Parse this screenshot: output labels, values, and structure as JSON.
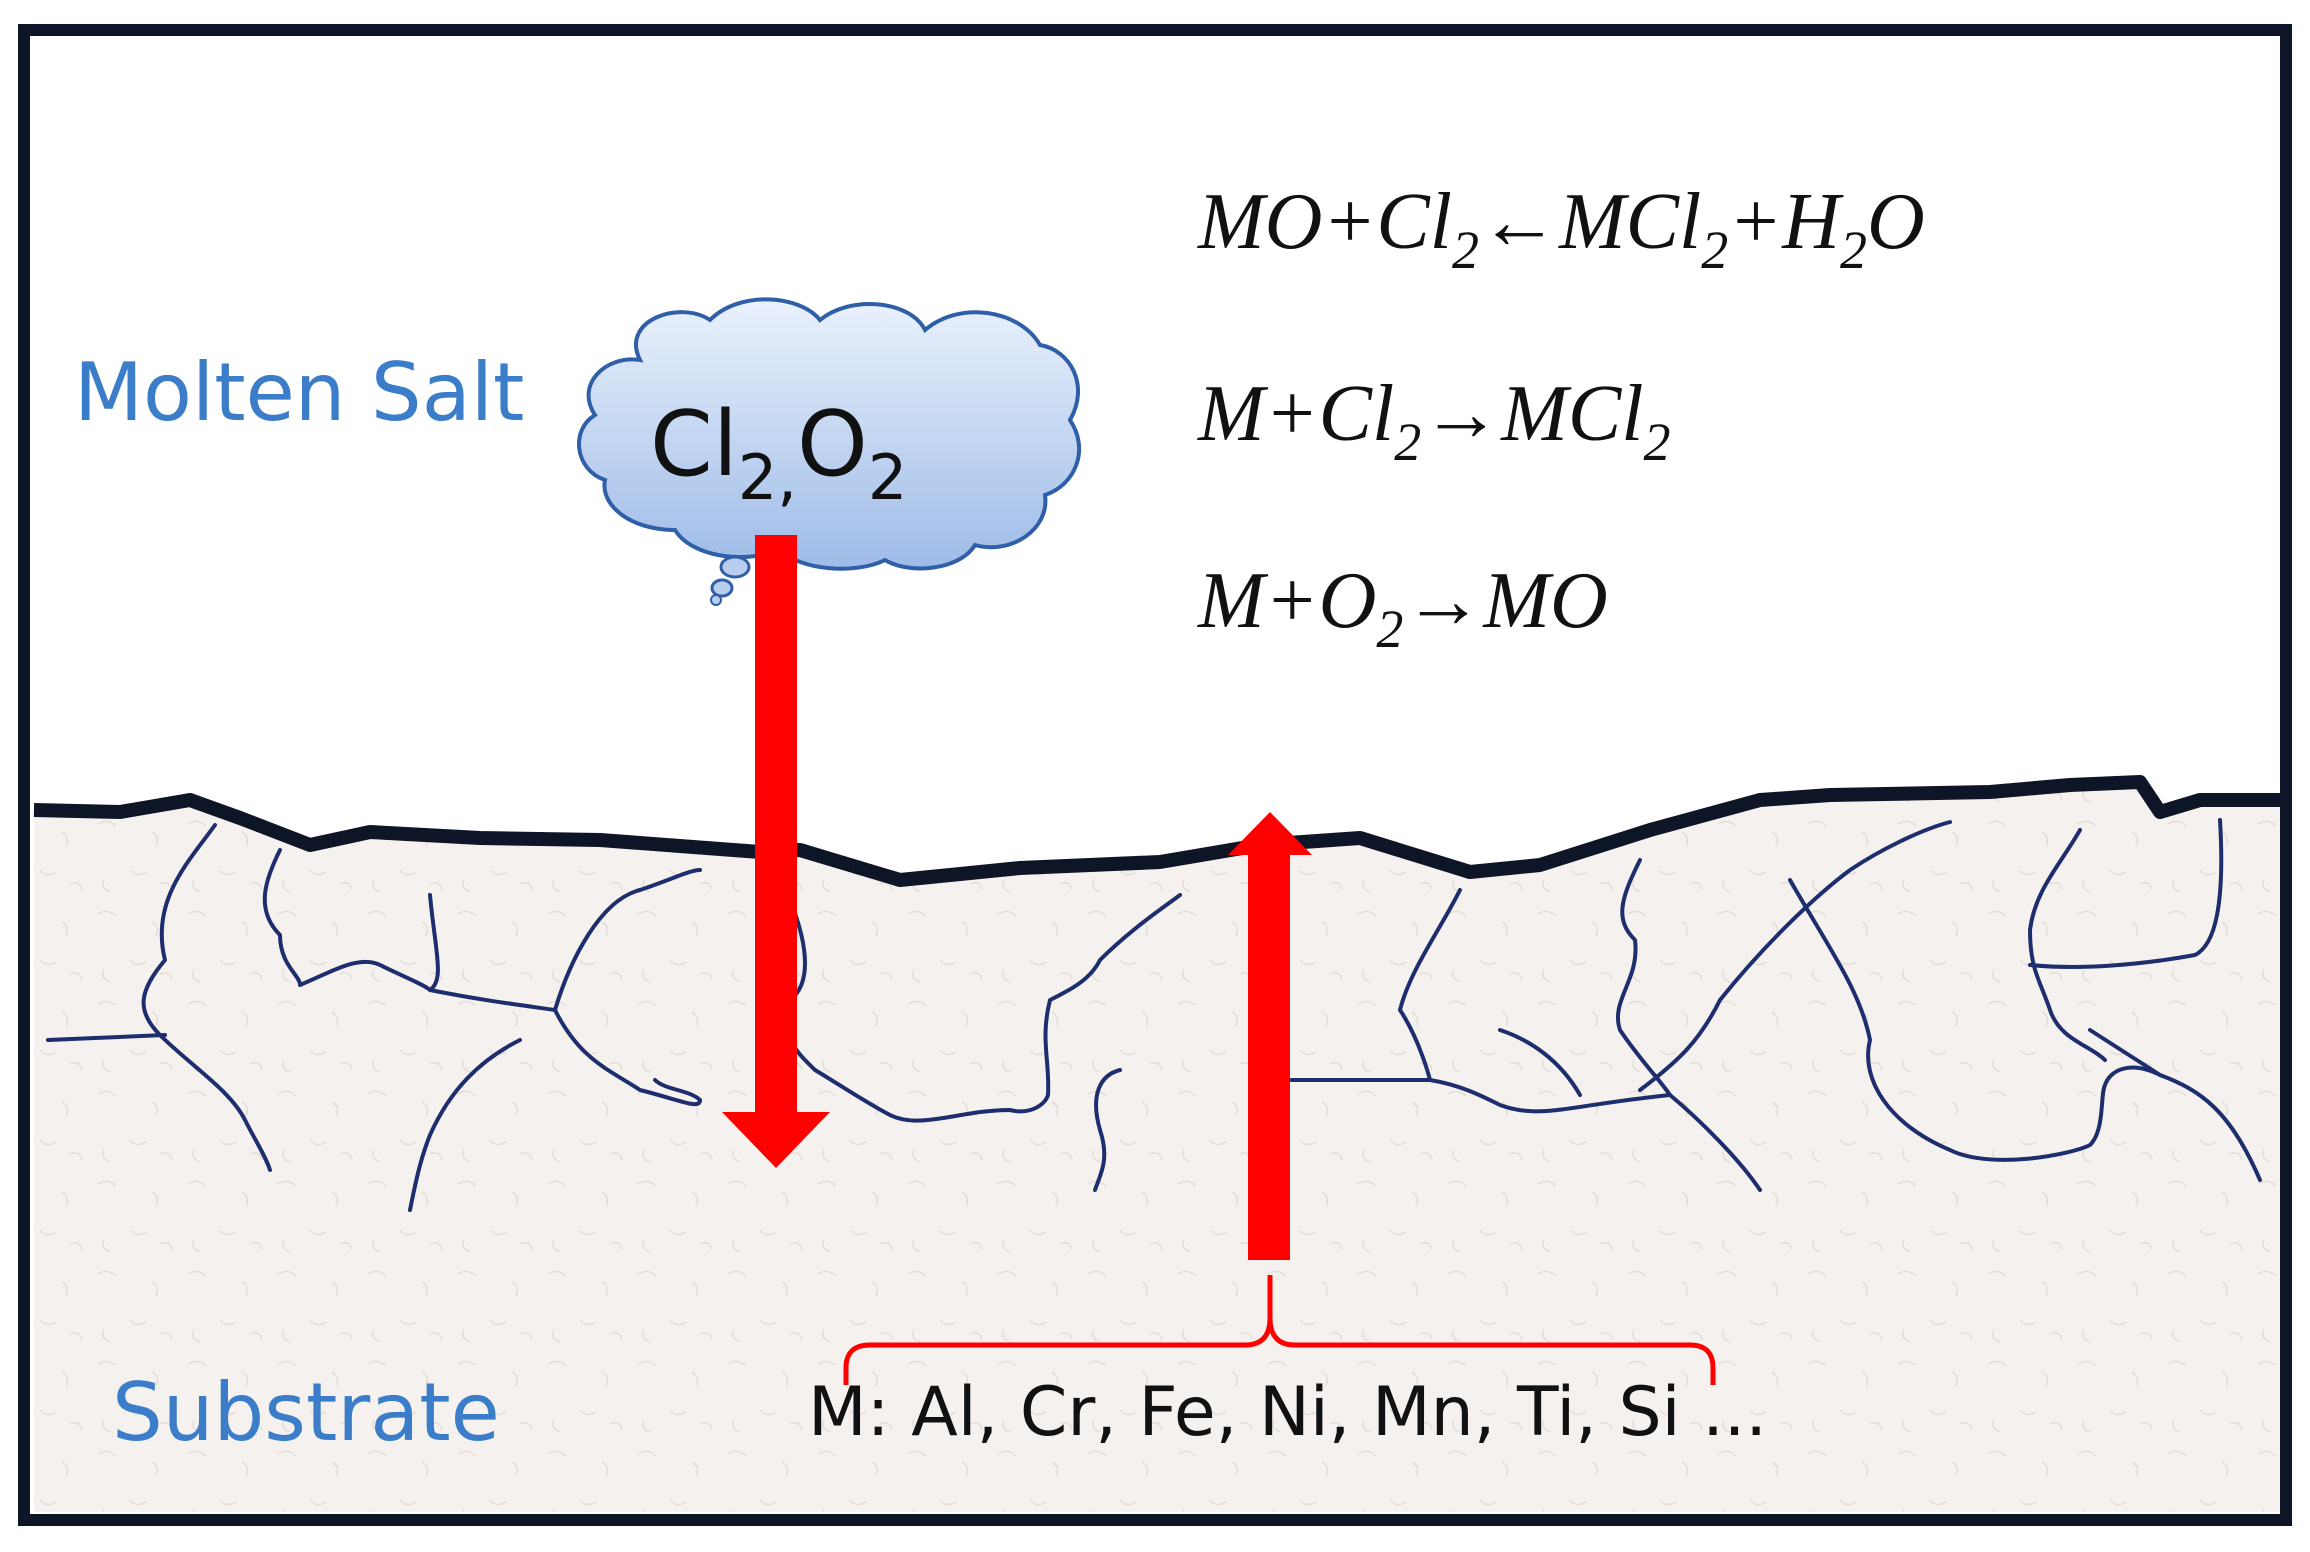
{
  "colors": {
    "frame": "#0d1526",
    "label_blue": "#3b7dc9",
    "arrow_red": "#ff0000",
    "grain_line": "#1e2d6e",
    "substrate_fill": "#f4f1ee",
    "cloud_top": "#e9f1fb",
    "cloud_bottom": "#9fbde9",
    "cloud_stroke": "#2f5fa8"
  },
  "labels": {
    "molten_salt": "Molten Salt",
    "substrate": "Substrate"
  },
  "cloud": {
    "gas_1": "Cl",
    "gas_1_sub": "2,",
    "gas_2": "O",
    "gas_2_sub": "2"
  },
  "equations": [
    {
      "parts": [
        {
          "t": "MO+Cl"
        },
        {
          "t": "2",
          "sub": true
        },
        {
          "t": "←MCl"
        },
        {
          "t": "2",
          "sub": true
        },
        {
          "t": "+H"
        },
        {
          "t": "2",
          "sub": true
        },
        {
          "t": "O"
        }
      ]
    },
    {
      "parts": [
        {
          "t": "M+Cl"
        },
        {
          "t": "2",
          "sub": true
        },
        {
          "t": "→MCl"
        },
        {
          "t": "2",
          "sub": true
        }
      ]
    },
    {
      "parts": [
        {
          "t": "M+O"
        },
        {
          "t": "2",
          "sub": true
        },
        {
          "t": "→MO"
        }
      ]
    }
  ],
  "metals": {
    "text": "M: Al, Cr, Fe, Ni, Mn, Ti, Si ..."
  },
  "icons": [
    "cloud-icon",
    "down-arrow-icon",
    "up-arrow-icon",
    "bracket-icon"
  ]
}
